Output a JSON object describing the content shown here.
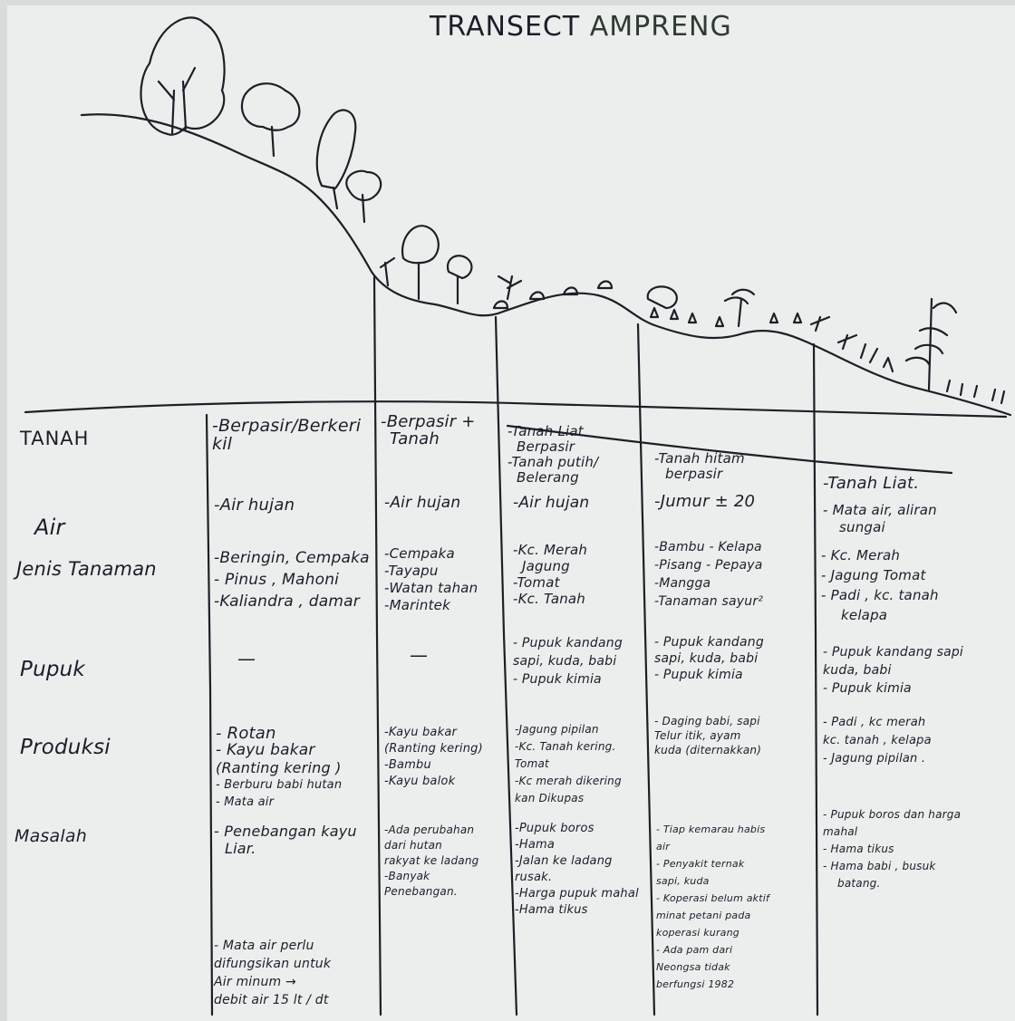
{
  "title": {
    "part1": "TRANSECT",
    "part2": "AMPRENG"
  },
  "rows": {
    "tanah": "TANAH",
    "air": "Air",
    "jenis": "Jenis Tanaman",
    "pupuk": "Pupuk",
    "produksi": "Produksi",
    "masalah": "Masalah"
  },
  "col1": {
    "tanah": [
      "-Berpasir/Berkeri",
      "kil"
    ],
    "air": "-Air hujan",
    "jenis": [
      "-Beringin, Cempaka",
      "- Pinus , Mahoni",
      "-Kaliandra , damar"
    ],
    "pupuk": "—",
    "produksi": [
      "- Rotan",
      "- Kayu bakar",
      "(Ranting kering )",
      "- Berburu babi hutan",
      "- Mata air"
    ],
    "masalah": [
      "- Penebangan kayu",
      "Liar."
    ],
    "extra": [
      "- Mata air perlu",
      "difungsikan untuk",
      "Air minum →",
      "debit air 15 lt / dt"
    ]
  },
  "col2": {
    "tanah": [
      "-Berpasir +",
      "Tanah"
    ],
    "air": "-Air hujan",
    "jenis": [
      "-Cempaka",
      "-Tayapu",
      "-Watan tahan",
      "-Marintek"
    ],
    "pupuk": "—",
    "produksi": [
      "-Kayu bakar",
      "(Ranting kering)",
      "-Bambu",
      "-Kayu balok"
    ],
    "masalah": [
      "-Ada perubahan",
      "dari hutan",
      "rakyat ke ladang",
      "-Banyak",
      "Penebangan."
    ]
  },
  "col3": {
    "tanah": [
      "-Tanah Liat",
      "Berpasir",
      "-Tanah putih/",
      "Belerang"
    ],
    "air": "-Air hujan",
    "jenis": [
      "-Kc. Merah",
      "Jagung",
      "-Tomat",
      "-Kc. Tanah"
    ],
    "pupuk": [
      "- Pupuk kandang",
      "sapi, kuda, babi",
      "- Pupuk kimia"
    ],
    "produksi": [
      "-Jagung pipilan",
      "-Kc. Tanah kering.",
      "Tomat",
      "-Kc merah dikering",
      "kan Dikupas"
    ],
    "masalah": [
      "-Pupuk boros",
      "-Hama",
      "-Jalan ke ladang",
      "rusak.",
      "-Harga pupuk mahal",
      "-Hama tikus"
    ]
  },
  "col4": {
    "tanah": [
      "-Tanah hitam",
      "berpasir"
    ],
    "air": "-Jumur ± 20",
    "jenis": [
      "-Bambu   - Kelapa",
      "-Pisang   - Pepaya",
      "-Mangga",
      "-Tanaman sayur²"
    ],
    "pupuk": [
      "- Pupuk kandang",
      "sapi, kuda, babi",
      "- Pupuk kimia"
    ],
    "produksi": [
      "- Daging babi, sapi",
      "Telur itik, ayam",
      "kuda (diternakkan)"
    ],
    "masalah": [
      "- Tiap kemarau habis",
      "air",
      "- Penyakit ternak",
      "sapi, kuda",
      "- Koperasi belum aktif",
      "minat petani pada",
      "koperasi kurang",
      "- Ada pam dari",
      "Neongsa tidak",
      "berfungsi 1982"
    ]
  },
  "col5": {
    "tanah": "-Tanah Liat.",
    "air": [
      "- Mata air, aliran",
      "sungai"
    ],
    "jenis": [
      "- Kc. Merah",
      "- Jagung   Tomat",
      "- Padi , kc. tanah",
      "kelapa"
    ],
    "pupuk": [
      "- Pupuk kandang sapi",
      "kuda, babi",
      "- Pupuk kimia"
    ],
    "produksi": [
      "- Padi , kc merah",
      "kc. tanah , kelapa",
      "- Jagung pipilan ."
    ],
    "masalah": [
      "- Pupuk boros dan harga",
      "mahal",
      "- Hama tikus",
      "- Hama babi , busuk",
      "batang."
    ]
  }
}
